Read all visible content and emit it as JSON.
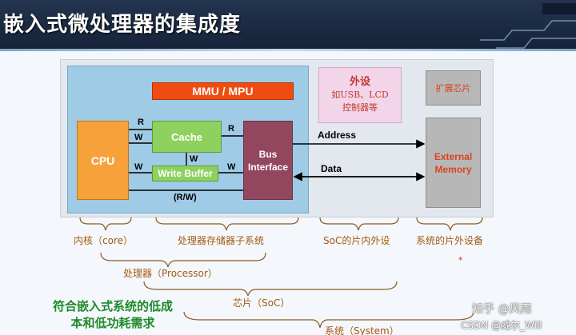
{
  "title": "嵌入式微处理器的集成度",
  "blocks": {
    "mmu": "MMU / MPU",
    "cpu": "CPU",
    "cache": "Cache",
    "write_buffer": "Write Buffer",
    "bus_line1": "Bus",
    "bus_line2": "Interface",
    "peripheral_title": "外设",
    "peripheral_line1": "如USB、LCD",
    "peripheral_line2": "控制器等",
    "external_chip": "扩展芯片",
    "external_memory_line1": "External",
    "external_memory_line2": "Memory"
  },
  "signals": {
    "r1": "R",
    "w1": "W",
    "r2": "R",
    "w2": "W",
    "w3": "W",
    "w4": "W",
    "rw": "(R/W)",
    "address": "Address",
    "data": "Data"
  },
  "captions": {
    "core": "内核（core）",
    "storage": "处理器存储器子系统",
    "soc_periph": "SoC的片内外设",
    "off_chip": "系统的片外设备",
    "processor": "处理器（Processor）",
    "chip": "芯片（SoC）",
    "system": "系统（System）"
  },
  "note_line1": "符合嵌入式系统的低成",
  "note_line2": "本和低功耗需求",
  "watermark_top": "知乎 @风雨",
  "watermark_bottom": "CSDN @威尔_Will",
  "star": "*"
}
